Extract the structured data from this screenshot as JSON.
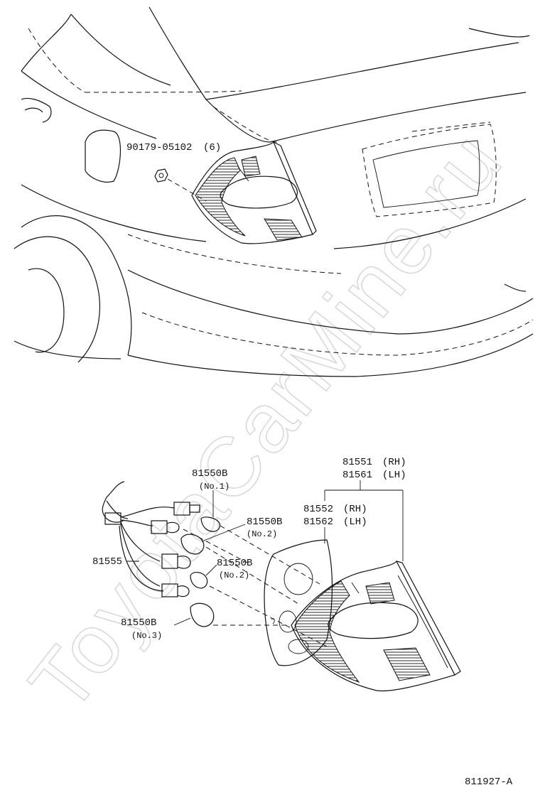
{
  "watermark": "ToyotaCarMine.ru",
  "diagram_code": "811927-A",
  "parts": {
    "nut": {
      "number": "90179-05102",
      "qty": "(6)"
    },
    "bulb_no1": {
      "number": "81550B",
      "note": "(No.1)"
    },
    "bulb_no2_a": {
      "number": "81550B",
      "note": "(No.2)"
    },
    "bulb_no2_b": {
      "number": "81550B",
      "note": "(No.2)"
    },
    "bulb_no3": {
      "number": "81550B",
      "note": "(No.3)"
    },
    "socket_wire": {
      "number": "81555"
    },
    "lamp_assy_rh": {
      "number": "81551",
      "side": "(RH)"
    },
    "lamp_assy_lh": {
      "number": "81561",
      "side": "(LH)"
    },
    "lens_body_rh": {
      "number": "81552",
      "side": "(RH)"
    },
    "lens_body_lh": {
      "number": "81562",
      "side": "(LH)"
    }
  }
}
